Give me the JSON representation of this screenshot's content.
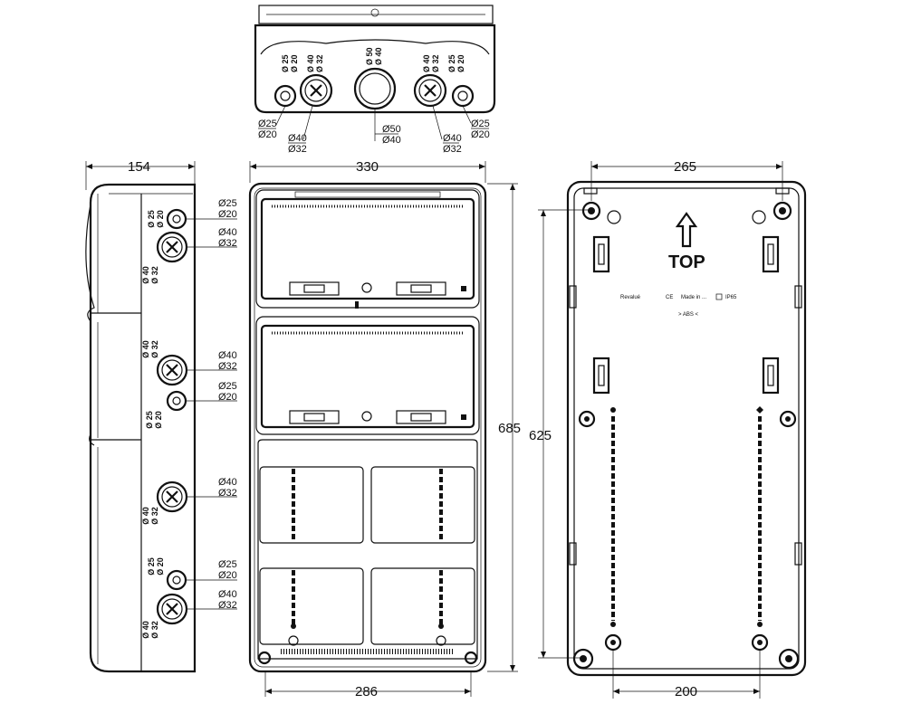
{
  "dimensions": {
    "side_depth": "154",
    "front_width": "330",
    "front_height": "685",
    "front_bottom_width": "286",
    "back_width": "265",
    "back_height": "625",
    "back_bottom_width": "200"
  },
  "top_view": {
    "col_labels": [
      {
        "line1": "Ø 25",
        "line2": "Ø 20"
      },
      {
        "line1": "Ø 40",
        "line2": "Ø 32"
      },
      {
        "line1": "Ø 50",
        "line2": "Ø 40"
      },
      {
        "line1": "Ø 40",
        "line2": "Ø 32"
      },
      {
        "line1": "Ø 25",
        "line2": "Ø 20"
      }
    ],
    "callouts": [
      {
        "a": "Ø25",
        "b": "Ø20"
      },
      {
        "a": "Ø40",
        "b": "Ø32"
      },
      {
        "a": "Ø50",
        "b": "Ø40"
      },
      {
        "a": "Ø40",
        "b": "Ø32"
      },
      {
        "a": "Ø25",
        "b": "Ø20"
      }
    ]
  },
  "side_view": {
    "vertical_labels": [
      {
        "line1": "Ø 25",
        "line2": "Ø 20"
      },
      {
        "line1": "Ø 40",
        "line2": "Ø 32"
      },
      {
        "line1": "Ø 40",
        "line2": "Ø 32"
      },
      {
        "line1": "Ø 25",
        "line2": "Ø 20"
      },
      {
        "line1": "Ø 40",
        "line2": "Ø 32"
      },
      {
        "line1": "Ø 25",
        "line2": "Ø 20"
      },
      {
        "line1": "Ø 40",
        "line2": "Ø 32"
      }
    ],
    "callouts": [
      {
        "a": "Ø25",
        "b": "Ø20"
      },
      {
        "a": "Ø40",
        "b": "Ø32"
      },
      {
        "a": "Ø40",
        "b": "Ø32"
      },
      {
        "a": "Ø25",
        "b": "Ø20"
      },
      {
        "a": "Ø40",
        "b": "Ø32"
      },
      {
        "a": "Ø25",
        "b": "Ø20"
      },
      {
        "a": "Ø40",
        "b": "Ø32"
      }
    ]
  },
  "back_view": {
    "top_label": "TOP",
    "arrow_icon": "up-arrow-icon",
    "mark_row": [
      "Revalué",
      "CE",
      "Made in ...",
      "IP65"
    ],
    "material": "> ABS <"
  }
}
